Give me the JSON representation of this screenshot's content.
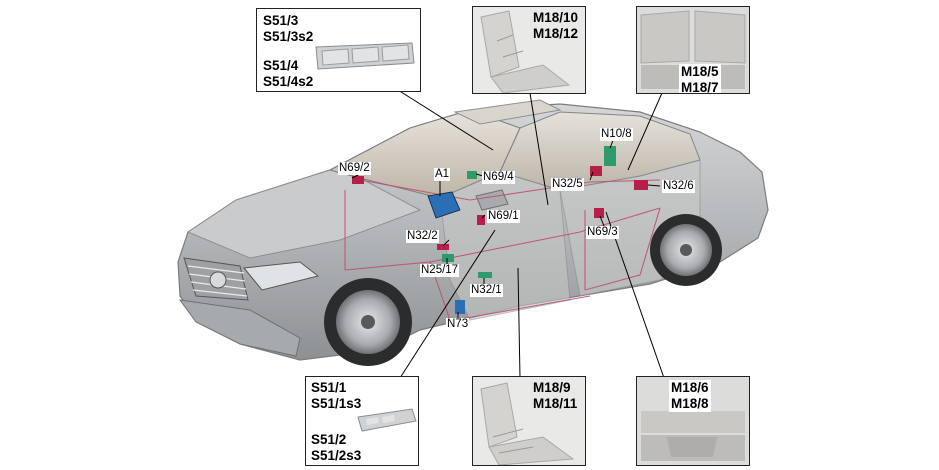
{
  "callout_boxes": {
    "top_left": {
      "lines": [
        "S51/3",
        "S51/3s2",
        "S51/4",
        "S51/4s2"
      ]
    },
    "top_mid": {
      "lines": [
        "M18/10",
        "M18/12"
      ]
    },
    "top_right": {
      "lines": [
        "M18/5",
        "M18/7"
      ]
    },
    "bottom_left": {
      "lines": [
        "S51/1",
        "S51/1s3",
        "S51/2",
        "S51/2s3"
      ]
    },
    "bottom_mid": {
      "lines": [
        "M18/9",
        "M18/11"
      ]
    },
    "bottom_right": {
      "lines": [
        "M18/6",
        "M18/8"
      ]
    }
  },
  "component_labels": {
    "n69_2": "N69/2",
    "a1": "A1",
    "n69_4": "N69/4",
    "n69_1": "N69/1",
    "n32_2": "N32/2",
    "n25_17": "N25/17",
    "n32_1": "N32/1",
    "n73": "N73",
    "n10_8": "N10/8",
    "n32_5": "N32/5",
    "n32_6": "N32/6",
    "n69_3": "N69/3"
  },
  "colors": {
    "car_body": "#b9bbbd",
    "module_green": "#2f9a6b",
    "module_red": "#b51f4a",
    "module_blue": "#2a6fb5",
    "wiring": "#c0506f"
  }
}
